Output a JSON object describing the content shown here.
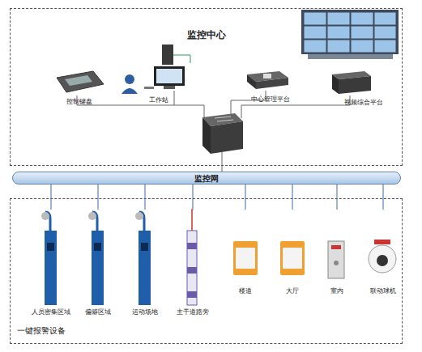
{
  "diagram": {
    "nodes": [
      {
        "text": [
          "监控中心"
        ]
      },
      {
        "text": [
          "控制键盘"
        ],
        "in": 0
      },
      {
        "text": [
          "工作站"
        ],
        "in": 0
      },
      {
        "text": [
          "中心管理平台"
        ],
        "in": 0
      },
      {
        "text": [
          "视频综合平台"
        ],
        "in": 0
      },
      {
        "text": [
          "监控网"
        ]
      },
      {
        "text": [
          "一键报警设备"
        ]
      },
      {
        "text": [
          "人员密集区域"
        ],
        "in": 6
      },
      {
        "text": [
          "偏僻区域"
        ],
        "in": 6
      },
      {
        "text": [
          "运动场地"
        ],
        "in": 6
      },
      {
        "text": [
          "主干道路旁"
        ],
        "in": 6
      },
      {
        "text": [
          "楼道"
        ],
        "in": 6
      },
      {
        "text": [
          "大厅"
        ],
        "in": 6
      },
      {
        "text": [
          "室内"
        ],
        "in": 6
      },
      {
        "text": [
          "联动球机"
        ],
        "in": 6
      }
    ],
    "edges": [
      {
        "from": 5,
        "to": 7,
        "arrow": "none"
      },
      {
        "from": 5,
        "to": 8,
        "arrow": "none"
      },
      {
        "from": 5,
        "to": 9,
        "arrow": "none"
      },
      {
        "from": 5,
        "to": 10,
        "arrow": "none"
      },
      {
        "from": 5,
        "to": 11,
        "arrow": "none"
      },
      {
        "from": 5,
        "to": 12,
        "arrow": "none"
      },
      {
        "from": 5,
        "to": 13,
        "arrow": "none"
      },
      {
        "from": 5,
        "to": 14,
        "arrow": "none"
      }
    ]
  }
}
